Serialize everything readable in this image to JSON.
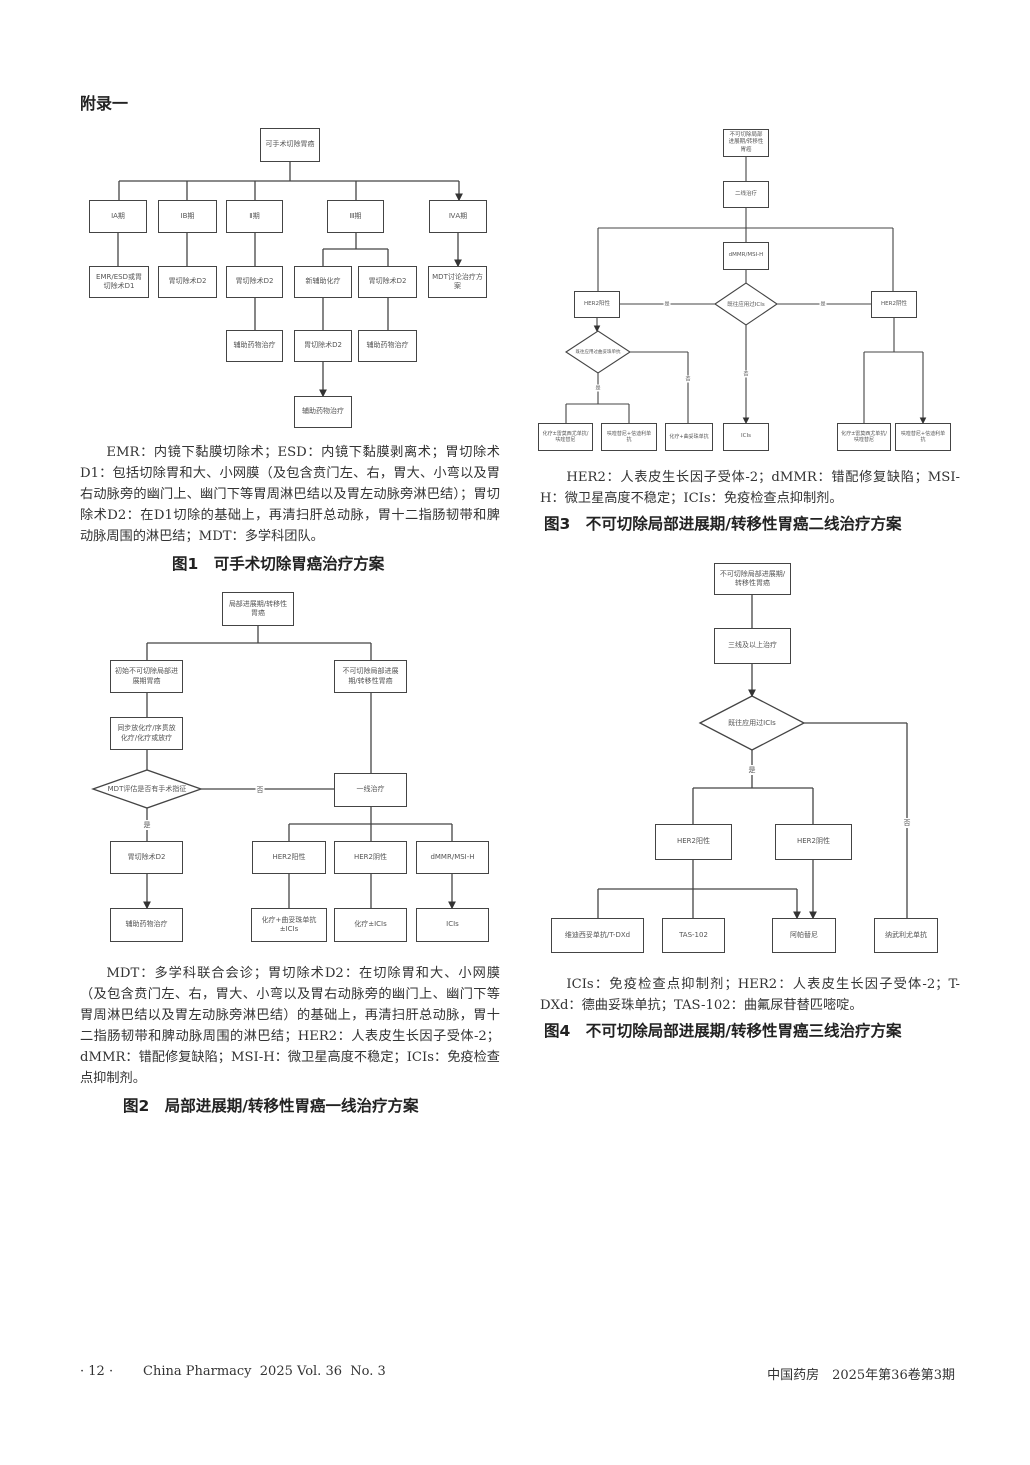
{
  "appendix_title": "附录一",
  "fig1": {
    "nodes": [
      "可手术切除胃癌",
      "ⅠA期",
      "ⅠB期",
      "Ⅱ期",
      "Ⅲ期",
      "ⅣA期",
      "EMR/ESD或胃切除术D1",
      "胃切除术D2",
      "胃切除术D2",
      "新辅助化疗",
      "胃切除术D2",
      "MDT讨论治疗方案",
      "辅助药物治疗",
      "胃切除术D2",
      "辅助药物治疗",
      "辅助药物治疗"
    ],
    "note": "EMR：内镜下黏膜切除术；ESD：内镜下黏膜剥离术；胃切除术D1：包括切除胃和大、小网膜（及包含贲门左、右，胃大、小弯以及胃右动脉旁的幽门上、幽门下等胃周淋巴结以及胃左动脉旁淋巴结）；胃切除术D2：在D1切除的基础上，再清扫肝总动脉，胃十二指肠韧带和脾动脉周围的淋巴结；MDT：多学科团队。",
    "title": "图1　可手术切除胃癌治疗方案"
  },
  "fig2": {
    "nodes": [
      "局部进展期/转移性胃癌",
      "初始不可切除局部进展期胃癌",
      "不可切除局部进展期/转移性胃癌",
      "同步放化疗/序贯放化疗/化疗或放疗",
      "MDT评估是否有手术指征",
      "一线治疗",
      "胃切除术D2",
      "辅助药物治疗",
      "HER2阳性",
      "HER2阴性",
      "dMMR/MSI-H",
      "化疗+曲妥珠单抗±ICIs",
      "化疗±ICIs",
      "ICIs"
    ],
    "labels": {
      "no": "否",
      "yes": "是"
    },
    "note": "MDT：多学科联合会诊；胃切除术D2：在切除胃和大、小网膜（及包含贲门左、右，胃大、小弯以及胃右动脉旁的幽门上、幽门下等胃周淋巴结以及胃左动脉旁淋巴结）的基础上，再清扫肝总动脉，胃十二指肠韧带和脾动脉周围的淋巴结；HER2：人表皮生长因子受体-2；dMMR：错配修复缺陷；MSI-H：微卫星高度不稳定；ICIs：免疫检查点抑制剂。",
    "title": "图2　局部进展期/转移性胃癌一线治疗方案"
  },
  "fig3": {
    "nodes": [
      "不可切除局部进展期/转移性胃癌",
      "二线治疗",
      "dMMR/MSI-H",
      "既往应用过ICIs",
      "HER2阳性",
      "HER2阴性",
      "既往应用过曲妥珠单抗",
      "化疗±雷莫西尤单抗/呋喹替尼",
      "呋喹替尼+信迪利单抗",
      "化疗+曲妥珠单抗",
      "ICIs",
      "化疗±雷莫西尤单抗/呋喹替尼",
      "呋喹替尼+信迪利单抗"
    ],
    "labels": {
      "yes": "是",
      "no": "否"
    },
    "note": "HER2：人表皮生长因子受体-2；dMMR：错配修复缺陷；MSI-H：微卫星高度不稳定；ICIs：免疫检查点抑制剂。",
    "title": "图3　不可切除局部进展期/转移性胃癌二线治疗方案"
  },
  "fig4": {
    "nodes": [
      "不可切除局部进展期/转移性胃癌",
      "三线及以上治疗",
      "既往应用过ICIs",
      "HER2阳性",
      "HER2阴性",
      "维迪西妥单抗/T-DXd",
      "TAS-102",
      "阿帕替尼",
      "纳武利尤单抗"
    ],
    "labels": {
      "yes": "是",
      "no": "否"
    },
    "note": "ICIs：免疫检查点抑制剂；HER2：人表皮生长因子受体-2；T-DXd：德曲妥珠单抗；TAS-102：曲氟尿苷替匹嘧啶。",
    "title": "图4　不可切除局部进展期/转移性胃癌三线治疗方案"
  },
  "footer": {
    "page": "· 12 ·",
    "journal_en": "China Pharmacy  2025 Vol. 36  No. 3",
    "journal_cn": "中国药房　2025年第36卷第3期"
  }
}
